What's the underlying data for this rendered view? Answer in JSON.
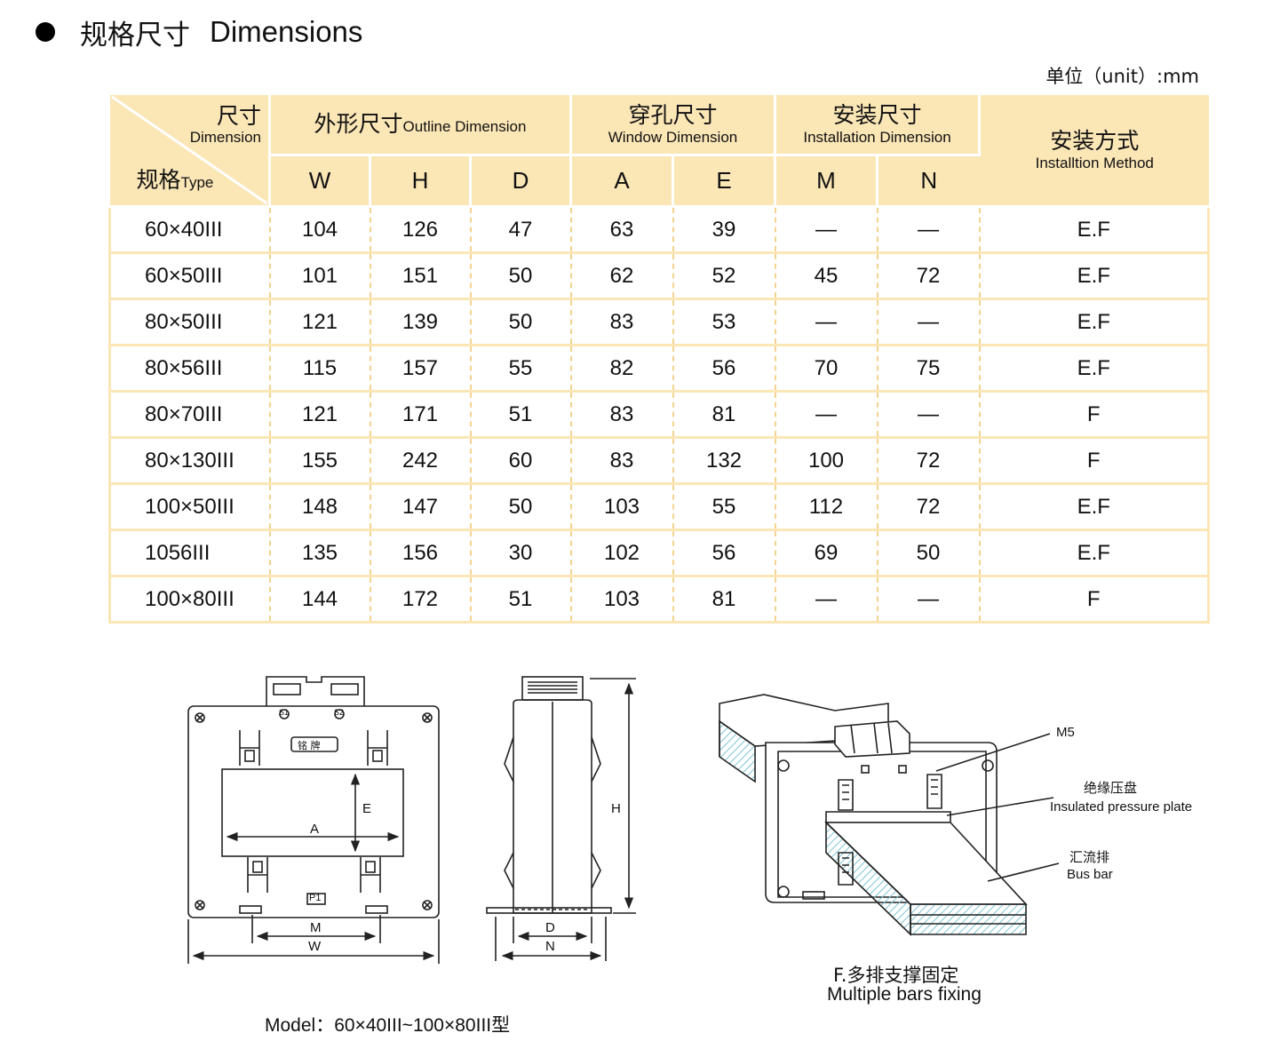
{
  "heading": {
    "cn": "规格尺寸",
    "en": "Dimensions"
  },
  "unit": "单位（unit）:mm",
  "table": {
    "corner_top_cn": "尺寸",
    "corner_top_en": "Dimension",
    "corner_bottom_cn": "规格",
    "corner_bottom_en": "Type",
    "outline_cn": "外形尺寸",
    "outline_en": "Outline Dimension",
    "window_cn": "穿孔尺寸",
    "window_en": "Window Dimension",
    "install_cn": "安装尺寸",
    "install_en": "Installation Dimension",
    "method_cn": "安装方式",
    "method_en": "Installtion Method",
    "sub_headers": [
      "W",
      "H",
      "D",
      "A",
      "E",
      "M",
      "N"
    ],
    "rows": [
      [
        "60×40III",
        "104",
        "126",
        "47",
        "63",
        "39",
        "—",
        "—",
        "E.F"
      ],
      [
        "60×50III",
        "101",
        "151",
        "50",
        "62",
        "52",
        "45",
        "72",
        "E.F"
      ],
      [
        "80×50III",
        "121",
        "139",
        "50",
        "83",
        "53",
        "—",
        "—",
        "E.F"
      ],
      [
        "80×56III",
        "115",
        "157",
        "55",
        "82",
        "56",
        "70",
        "75",
        "E.F"
      ],
      [
        "80×70III",
        "121",
        "171",
        "51",
        "83",
        "81",
        "—",
        "—",
        "F"
      ],
      [
        "80×130III",
        "155",
        "242",
        "60",
        "83",
        "132",
        "100",
        "72",
        "F"
      ],
      [
        "100×50III",
        "148",
        "147",
        "50",
        "103",
        "55",
        "112",
        "72",
        "E.F"
      ],
      [
        "1056III",
        "135",
        "156",
        "30",
        "102",
        "56",
        "69",
        "50",
        "E.F"
      ],
      [
        "100×80III",
        "144",
        "172",
        "51",
        "103",
        "81",
        "—",
        "—",
        "F"
      ]
    ]
  },
  "front_view": {
    "s1": "S1",
    "s2": "S2",
    "nameplate": "铭   牌",
    "p1": "P1",
    "dim_e": "E",
    "dim_a": "A",
    "dim_m": "M",
    "dim_w": "W"
  },
  "side_view": {
    "dim_h": "H",
    "dim_d": "D",
    "dim_n": "N"
  },
  "install_view": {
    "m5": "M5",
    "plate_cn": "绝缘压盘",
    "plate_en": "Insulated pressure plate",
    "busbar_cn": "汇流排",
    "busbar_en": "Bus bar"
  },
  "captions": {
    "model": "Model：60×40III~100×80III型",
    "fixing_cn": "F.多排支撑固定",
    "fixing_en": "Multiple bars fixing"
  }
}
